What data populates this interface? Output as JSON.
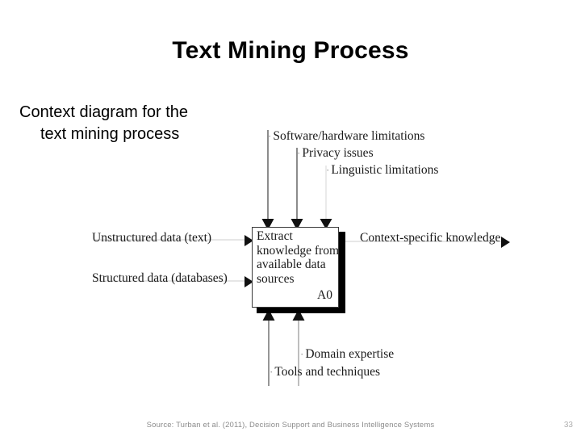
{
  "slide": {
    "title": "Text Mining Process",
    "page_number": "33",
    "source_note": "Source: Turban et al. (2011), Decision Support and Business Intelligence Systems"
  },
  "body": {
    "line_1": "Context diagram for the",
    "line_2": "text mining process"
  },
  "diagram": {
    "type": "context-diagram",
    "bullet_glyph": "·",
    "activity": {
      "text": "Extract knowledge from available data sources",
      "code": "A0"
    },
    "controls": [
      {
        "label": "Software/hardware limitations"
      },
      {
        "label": "Privacy issues"
      },
      {
        "label": "Linguistic limitations"
      }
    ],
    "inputs": [
      {
        "label": "Unstructured data (text)"
      },
      {
        "label": "Structured data (databases)"
      }
    ],
    "outputs": [
      {
        "label": "Context-specific knowledge"
      }
    ],
    "mechanisms": [
      {
        "label": "Domain expertise"
      },
      {
        "label": "Tools and techniques"
      }
    ]
  },
  "colors": {
    "ink": "#1a1a1a",
    "box_shadow": "#000000",
    "footer_text": "#8c8c8c",
    "page_number": "#b0b0b0",
    "arrow": "#4d4d4d"
  }
}
